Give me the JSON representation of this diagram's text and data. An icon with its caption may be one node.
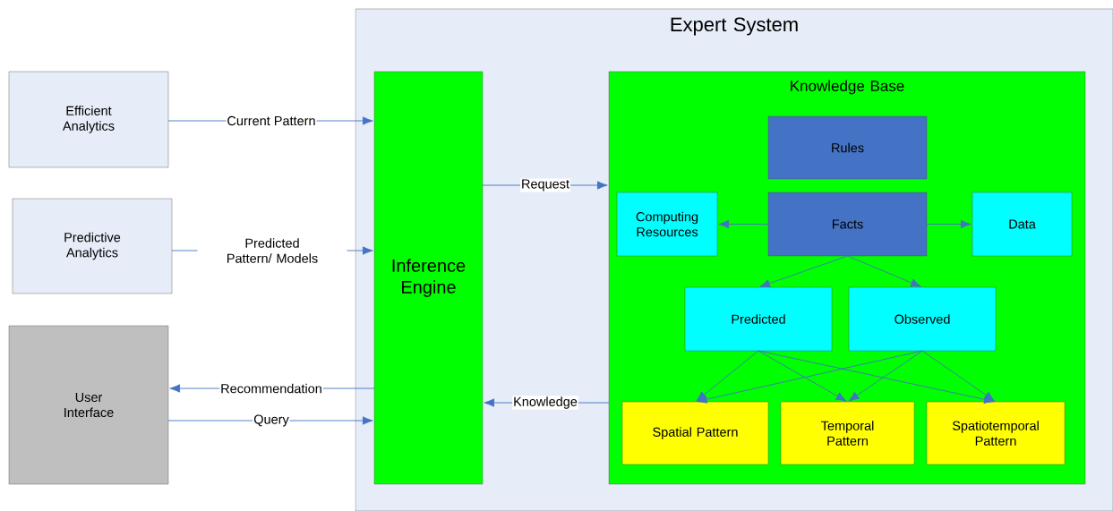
{
  "diagram": {
    "nodes": [
      {
        "text": [
          "Efficient Analytics"
        ]
      },
      {
        "text": [
          "Predictive Analytics"
        ]
      },
      {
        "text": [
          "User Interface"
        ]
      },
      {
        "text": [
          "Expert System"
        ]
      },
      {
        "text": [
          "Inference Engine"
        ],
        "in": 3
      },
      {
        "text": [
          "Knowledge Base"
        ],
        "in": 3
      },
      {
        "text": [
          "Rules"
        ],
        "in": 5
      },
      {
        "text": [
          "Computing Resources"
        ],
        "in": 5
      },
      {
        "text": [
          "Facts"
        ],
        "in": 5
      },
      {
        "text": [
          "Data"
        ],
        "in": 5
      },
      {
        "text": [
          "Predicted"
        ],
        "in": 5
      },
      {
        "text": [
          "Observed"
        ],
        "in": 5
      },
      {
        "text": [
          "Spatial Pattern"
        ],
        "in": 5
      },
      {
        "text": [
          "Temporal Pattern"
        ],
        "in": 5
      },
      {
        "text": [
          "Spatiotemporal Pattern"
        ],
        "in": 5
      }
    ],
    "edges": [
      {
        "from": 0,
        "to": 4,
        "arrow": "to",
        "label": "Current Pattern"
      },
      {
        "from": 1,
        "to": 4,
        "arrow": "to",
        "label": "Predicted Pattern/ Models"
      },
      {
        "from": 4,
        "to": 2,
        "arrow": "to",
        "label": "Recommendation"
      },
      {
        "from": 2,
        "to": 4,
        "arrow": "to",
        "label": "Query"
      },
      {
        "from": 4,
        "to": 5,
        "arrow": "to",
        "label": "Request"
      },
      {
        "from": 5,
        "to": 4,
        "arrow": "to",
        "label": "Knowledge"
      },
      {
        "from": 8,
        "to": 7,
        "arrow": "to"
      },
      {
        "from": 8,
        "to": 9,
        "arrow": "to"
      },
      {
        "from": 8,
        "to": 10,
        "arrow": "to"
      },
      {
        "from": 8,
        "to": 11,
        "arrow": "to"
      },
      {
        "from": 10,
        "to": 12,
        "arrow": "to"
      },
      {
        "from": 10,
        "to": 13,
        "arrow": "to"
      },
      {
        "from": 10,
        "to": 14,
        "arrow": "to"
      },
      {
        "from": 11,
        "to": 12,
        "arrow": "to"
      },
      {
        "from": 11,
        "to": 13,
        "arrow": "to"
      },
      {
        "from": 11,
        "to": 14,
        "arrow": "to"
      }
    ]
  }
}
